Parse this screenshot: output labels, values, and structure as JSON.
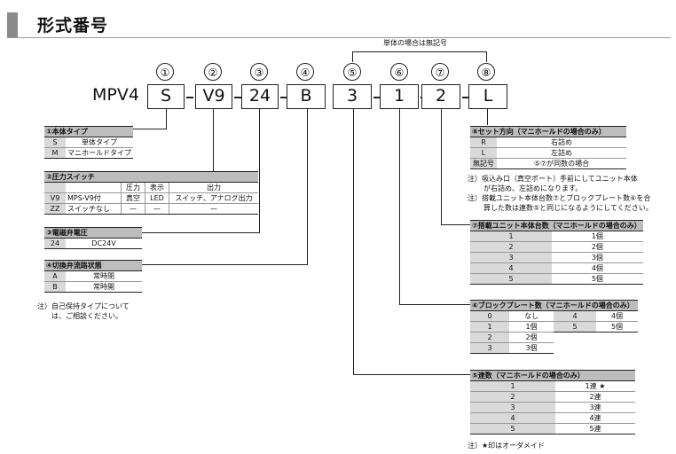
{
  "header": {
    "title": "形式番号"
  },
  "top_note": "単体の場合は無記号",
  "model_prefix": "MPV4",
  "circles": [
    "①",
    "②",
    "③",
    "④",
    "⑤",
    "⑥",
    "⑦",
    "⑧"
  ],
  "boxes": [
    "S",
    "V9",
    "24",
    "B",
    "3",
    "1",
    "2",
    "L"
  ],
  "body_type": {
    "title": "①本体タイプ",
    "rows": [
      [
        "S",
        "単体タイプ"
      ],
      [
        "M",
        "マニホールドタイプ"
      ]
    ]
  },
  "pressure_switch": {
    "title": "②圧力スイッチ",
    "cols": [
      "圧力",
      "表示",
      "出力"
    ],
    "rows": [
      [
        "V9",
        "MPS-V9付",
        "真空",
        "LED",
        "スイッチ、アナログ出力"
      ],
      [
        "ZZ",
        "スイッチなし",
        "—",
        "—",
        "—"
      ]
    ]
  },
  "solenoid_voltage": {
    "title": "③電磁弁電圧",
    "rows": [
      [
        "24",
        "DC24V"
      ]
    ]
  },
  "flow_state": {
    "title": "④切換弁流路状態",
    "rows": [
      [
        "A",
        "常時閉"
      ],
      [
        "B",
        "常時開"
      ]
    ],
    "note": [
      "注）自己保持タイプについて",
      "は、ご相談ください。"
    ]
  },
  "set_direction": {
    "title": "⑧セット方向（マニホールドの場合のみ）",
    "rows": [
      [
        "R",
        "右詰め"
      ],
      [
        "L",
        "左詰め"
      ],
      [
        "無記号",
        "⑤⑦が同数の場合"
      ]
    ],
    "notes": [
      "注）吸込み口（真空ポート）手前にしてユニット本体",
      "が右詰め、左詰めになります。",
      "注）搭載ユニット本体台数⑦とブロックプレート数⑥を合",
      "算した数は連数⑤と同じになるようにしてください。"
    ]
  },
  "unit_count": {
    "title": "⑦搭載ユニット本体台数（マニホールドの場合のみ）",
    "rows": [
      [
        "1",
        "1個"
      ],
      [
        "2",
        "2個"
      ],
      [
        "3",
        "3個"
      ],
      [
        "4",
        "4個"
      ],
      [
        "5",
        "5個"
      ]
    ]
  },
  "block_plate": {
    "title": "⑥ブロックプレート数（マニホールドの場合のみ）",
    "rows": [
      [
        "0",
        "なし",
        "4",
        "4個"
      ],
      [
        "1",
        "1個",
        "5",
        "5個"
      ],
      [
        "2",
        "2個",
        "",
        ""
      ],
      [
        "3",
        "3個",
        "",
        ""
      ]
    ]
  },
  "stations": {
    "title": "⑤連数（マニホールドの場合のみ）",
    "rows": [
      [
        "1",
        "1連 ★"
      ],
      [
        "2",
        "2連"
      ],
      [
        "3",
        "3連"
      ],
      [
        "4",
        "4連"
      ],
      [
        "5",
        "5連"
      ]
    ],
    "note": "注）★印はオーダメイド"
  }
}
